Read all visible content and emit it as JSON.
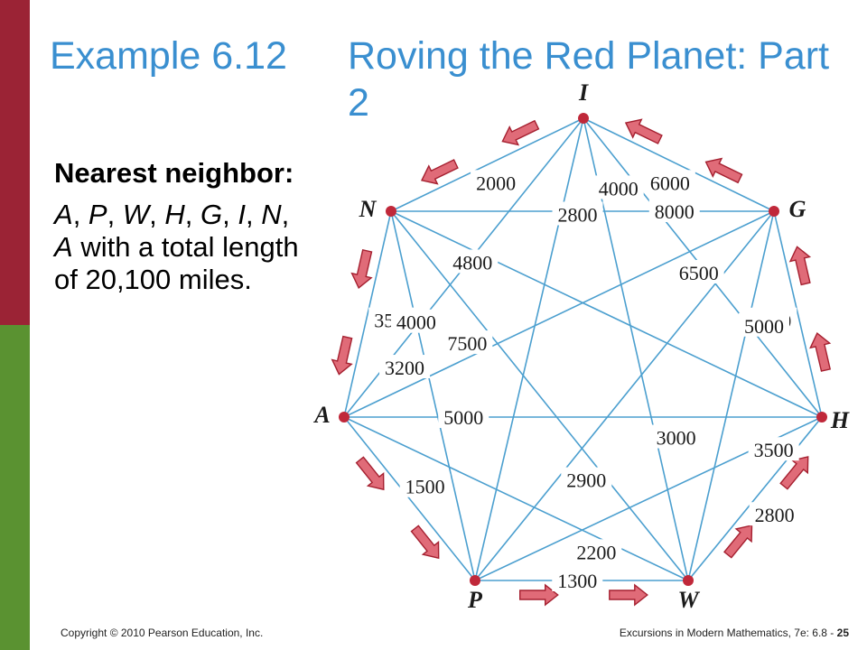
{
  "slide": {
    "title_example": "Example 6.12",
    "title_name": "Roving the Red Planet: Part 2",
    "heading": "Nearest neighbor:",
    "route_prefix": [
      "A",
      "P",
      "W",
      "H",
      "G",
      "I",
      "N",
      "A"
    ],
    "route_suffix": "with a total length of 20,100 miles."
  },
  "footer": {
    "copyright": "Copyright © 2010 Pearson Education, Inc.",
    "book": "Excursions in Modern Mathematics, 7e: 6.8 -",
    "page": "25"
  },
  "graph": {
    "colors": {
      "edge": "#4b9fcf",
      "vertex": "#c0283a",
      "arrow_fill": "#e06b78",
      "arrow_stroke": "#a52030"
    },
    "vertices": [
      {
        "id": "I",
        "label": "I"
      },
      {
        "id": "G",
        "label": "G"
      },
      {
        "id": "H",
        "label": "H"
      },
      {
        "id": "W",
        "label": "W"
      },
      {
        "id": "P",
        "label": "P"
      },
      {
        "id": "A",
        "label": "A"
      },
      {
        "id": "N",
        "label": "N"
      }
    ],
    "edges": [
      {
        "from": "I",
        "to": "N",
        "weight": "2000"
      },
      {
        "from": "I",
        "to": "G",
        "weight": "6000"
      },
      {
        "from": "I",
        "to": "P",
        "weight": "2800"
      },
      {
        "from": "I",
        "to": "H",
        "weight": "4000"
      },
      {
        "from": "I",
        "to": "W",
        "weight": "3000"
      },
      {
        "from": "I",
        "to": "A",
        "weight": "3200"
      },
      {
        "from": "N",
        "to": "G",
        "weight": "8000"
      },
      {
        "from": "N",
        "to": "A",
        "weight": "3500"
      },
      {
        "from": "N",
        "to": "H",
        "weight": "4800"
      },
      {
        "from": "N",
        "to": "P",
        "weight": "4000"
      },
      {
        "from": "N",
        "to": "W",
        "weight": "2900"
      },
      {
        "from": "G",
        "to": "H",
        "weight": "3000"
      },
      {
        "from": "G",
        "to": "W",
        "weight": "5000"
      },
      {
        "from": "G",
        "to": "P",
        "weight": "6500"
      },
      {
        "from": "G",
        "to": "A",
        "weight": "7500"
      },
      {
        "from": "A",
        "to": "H",
        "weight": "5000"
      },
      {
        "from": "A",
        "to": "P",
        "weight": "1500"
      },
      {
        "from": "A",
        "to": "W",
        "weight": "2200"
      },
      {
        "from": "P",
        "to": "W",
        "weight": "1300"
      },
      {
        "from": "P",
        "to": "H",
        "weight": "3500"
      },
      {
        "from": "W",
        "to": "H",
        "weight": "2800"
      }
    ],
    "tour": [
      "A",
      "P",
      "W",
      "H",
      "G",
      "I",
      "N",
      "A"
    ]
  }
}
